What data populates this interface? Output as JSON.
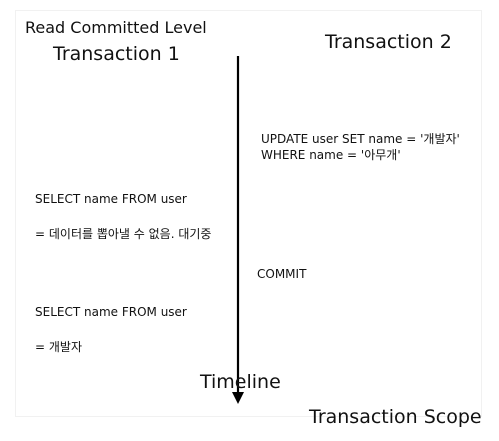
{
  "header": {
    "isolation_level": "Read Committed  Level",
    "transaction_1": "Transaction 1",
    "transaction_2": "Transaction 2"
  },
  "transaction_2": {
    "update_line_1": "UPDATE user SET name = '개발자'",
    "update_line_2": "WHERE name = '아무개'",
    "commit": "COMMIT"
  },
  "transaction_1": {
    "select_1": "SELECT name FROM user",
    "result_1": "= 데이터를 뽑아낼 수 없음. 대기중",
    "select_2": "SELECT name FROM user",
    "result_2": "= 개발자"
  },
  "footer": {
    "timeline": "Timeline",
    "scope": "Transaction Scope"
  },
  "colors": {
    "text": "#111111",
    "arrow": "#000000",
    "frame": "#f1f1f1"
  }
}
